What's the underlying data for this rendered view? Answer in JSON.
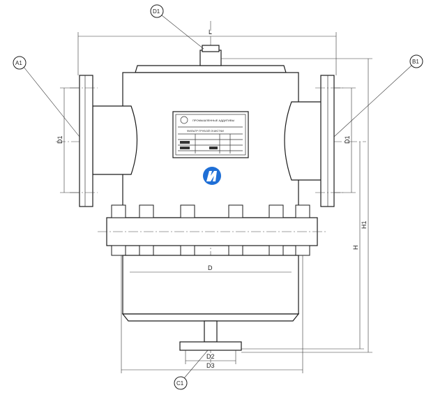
{
  "callouts": {
    "d1": "D1",
    "a1": "A1",
    "b1": "B1",
    "c1": "C1"
  },
  "dimensions": {
    "length": "L",
    "flange_left": "D1",
    "flange_right": "D1",
    "height": "H",
    "height_total": "H1",
    "body_diameter": "D",
    "drain_flange": "D2",
    "base_diameter": "D3"
  },
  "nameplate": {
    "line1": "ПРОМЫШЛЕННЫЕ АДДИТИВЫ",
    "line2": "ФИЛЬТР ГРУБОЙ ОЧИСТКИ"
  },
  "colors": {
    "logo": "#1f6fd6",
    "line": "#1a1a1a"
  }
}
